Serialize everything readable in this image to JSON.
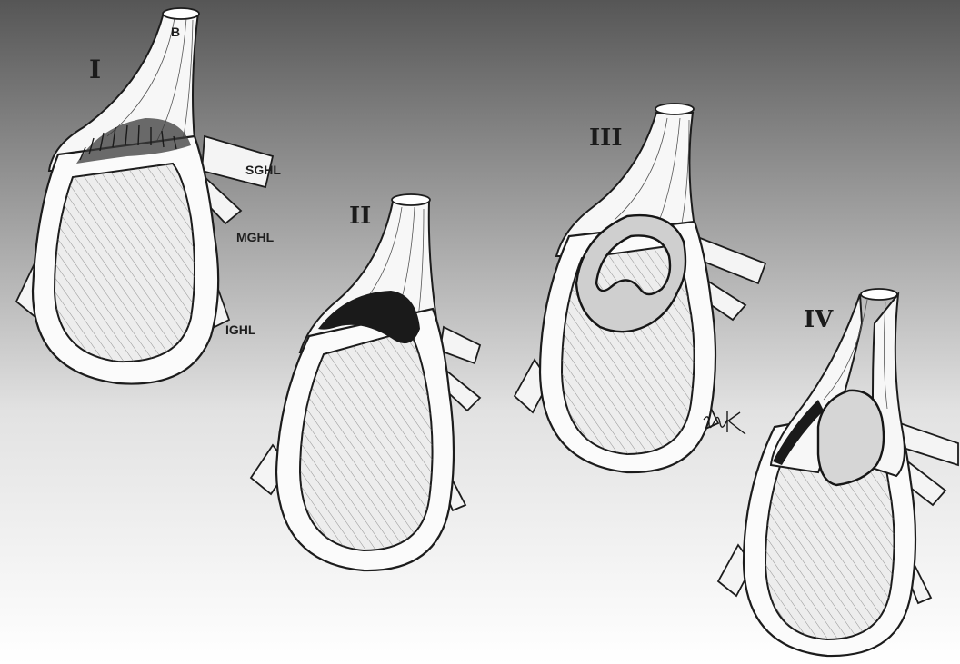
{
  "stages": [
    {
      "label": "I"
    },
    {
      "label": "II"
    },
    {
      "label": "III"
    },
    {
      "label": "IV"
    }
  ],
  "structures": {
    "biceps": "B",
    "superior_ligament": "SGHL",
    "middle_ligament": "MGHL",
    "inferior_ligament": "IGHL"
  },
  "signature": "MK"
}
